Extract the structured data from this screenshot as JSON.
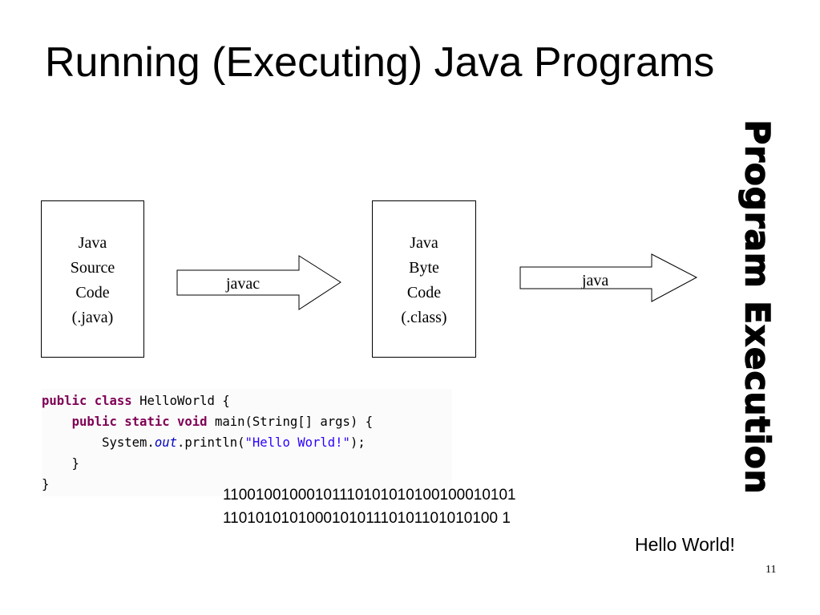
{
  "slide": {
    "title": "Running (Executing) Java Programs",
    "side_label": "Program Execution",
    "page_number": "11"
  },
  "diagram": {
    "source_box": {
      "lines": [
        "Java",
        "Source",
        "Code",
        "(.java)"
      ]
    },
    "byte_box": {
      "lines": [
        "Java",
        "Byte",
        "Code",
        "(.class)"
      ]
    },
    "arrow_compile_label": "javac",
    "arrow_run_label": "java"
  },
  "code_snippet": {
    "lines": [
      [
        {
          "k": "kw",
          "t": "public class "
        },
        {
          "k": "txt",
          "t": "HelloWorld {"
        }
      ],
      [
        {
          "k": "txt",
          "t": "    "
        },
        {
          "k": "kw",
          "t": "public static void "
        },
        {
          "k": "txt",
          "t": "main(String[] args) {"
        }
      ],
      [
        {
          "k": "txt",
          "t": "        System."
        },
        {
          "k": "fld",
          "t": "out"
        },
        {
          "k": "txt",
          "t": ".println("
        },
        {
          "k": "str",
          "t": "\"Hello World!\""
        },
        {
          "k": "txt",
          "t": ");"
        }
      ],
      [
        {
          "k": "txt",
          "t": "    }"
        }
      ],
      [
        {
          "k": "txt",
          "t": "}"
        }
      ]
    ]
  },
  "binary_output": {
    "line1": "11001001000101110101010100100010101",
    "line2": "110101010100010101110101101010100 1"
  },
  "program_output": "Hello World!"
}
